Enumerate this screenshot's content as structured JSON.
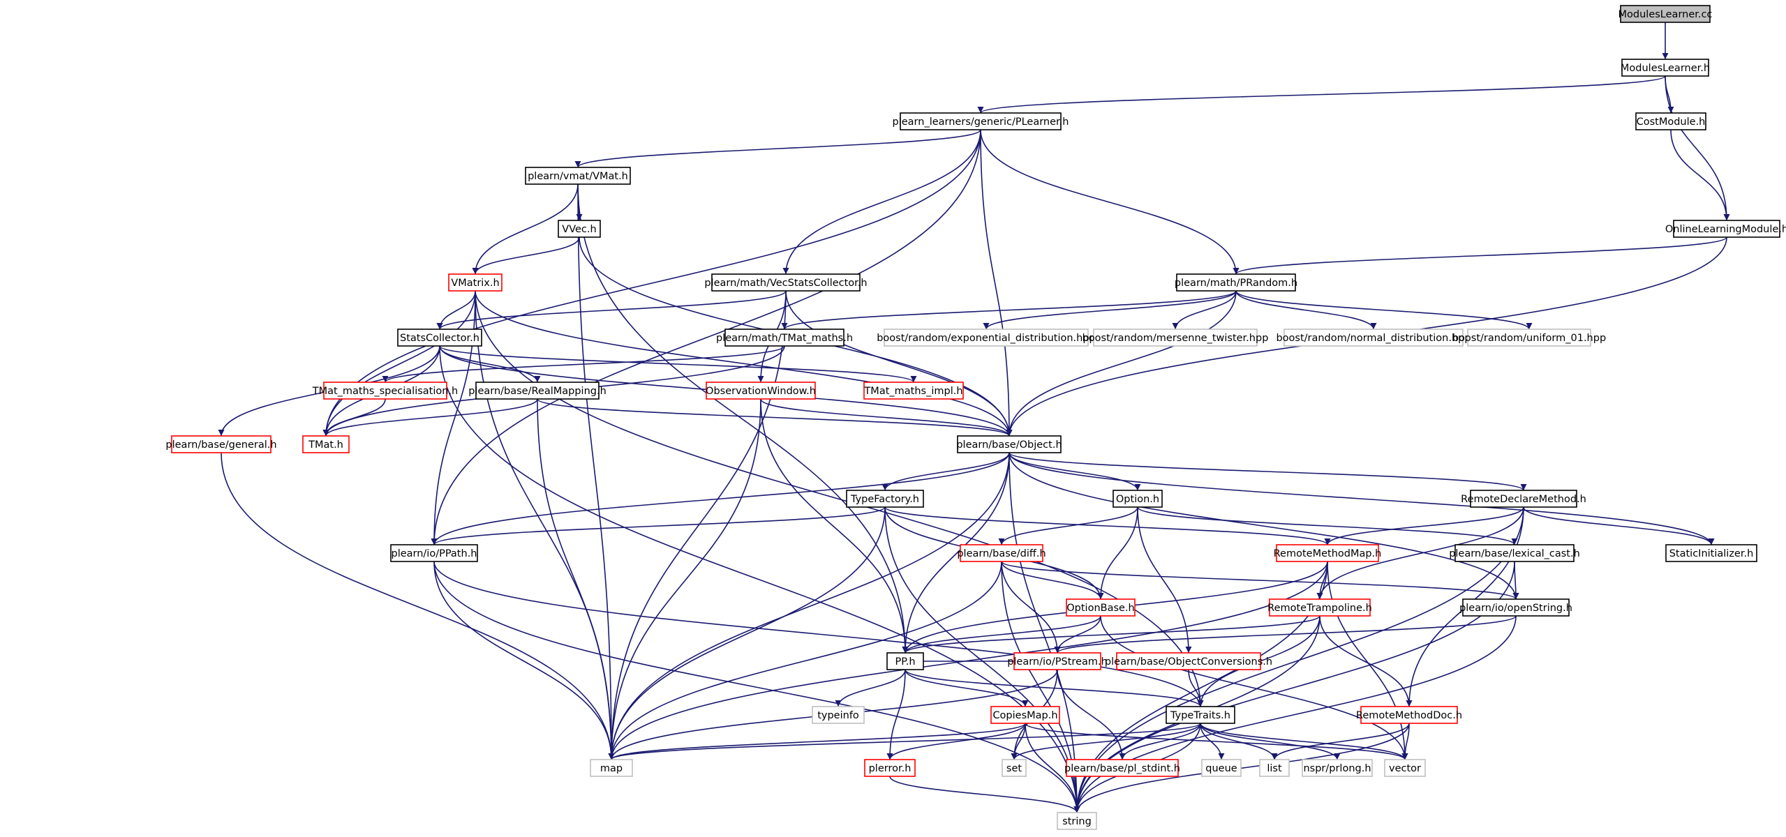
{
  "graph": {
    "title": "ModulesLearner.cc",
    "colors": {
      "edge": "#191970",
      "root_fill": "#bfbfbf",
      "normal_border": "#000000",
      "red_border": "#ff0000",
      "gray_border": "#bfbfbf",
      "gray_text": "#555555"
    },
    "nodes": [
      {
        "id": "root",
        "label": "ModulesLearner.cc",
        "style": "root"
      },
      {
        "id": "modh",
        "label": "ModulesLearner.h",
        "style": "normal"
      },
      {
        "id": "plearner",
        "label": "plearn_learners/generic/PLearner.h",
        "style": "normal"
      },
      {
        "id": "costmod",
        "label": "CostModule.h",
        "style": "normal"
      },
      {
        "id": "olm",
        "label": "OnlineLearningModule.h",
        "style": "normal"
      },
      {
        "id": "vmat",
        "label": "plearn/vmat/VMat.h",
        "style": "normal"
      },
      {
        "id": "vvec",
        "label": "VVec.h",
        "style": "normal"
      },
      {
        "id": "vecstats",
        "label": "plearn/math/VecStatsCollector.h",
        "style": "normal"
      },
      {
        "id": "prandom",
        "label": "plearn/math/PRandom.h",
        "style": "normal"
      },
      {
        "id": "vmatrix",
        "label": "VMatrix.h",
        "style": "red"
      },
      {
        "id": "statscoll",
        "label": "StatsCollector.h",
        "style": "normal"
      },
      {
        "id": "tmatmaths",
        "label": "plearn/math/TMat_maths.h",
        "style": "normal"
      },
      {
        "id": "bexp",
        "label": "boost/random/exponential_distribution.hpp",
        "style": "gray"
      },
      {
        "id": "bmt",
        "label": "boost/random/mersenne_twister.hpp",
        "style": "gray"
      },
      {
        "id": "bnorm",
        "label": "boost/random/normal_distribution.hpp",
        "style": "gray"
      },
      {
        "id": "buni",
        "label": "boost/random/uniform_01.hpp",
        "style": "gray"
      },
      {
        "id": "tmspec",
        "label": "TMat_maths_specialisation.h",
        "style": "red"
      },
      {
        "id": "realmap",
        "label": "plearn/base/RealMapping.h",
        "style": "normal"
      },
      {
        "id": "obswin",
        "label": "ObservationWindow.h",
        "style": "red"
      },
      {
        "id": "tmimpl",
        "label": "TMat_maths_impl.h",
        "style": "red"
      },
      {
        "id": "general",
        "label": "plearn/base/general.h",
        "style": "red"
      },
      {
        "id": "tmat",
        "label": "TMat.h",
        "style": "red"
      },
      {
        "id": "object",
        "label": "plearn/base/Object.h",
        "style": "normal"
      },
      {
        "id": "typefactory",
        "label": "TypeFactory.h",
        "style": "normal"
      },
      {
        "id": "option",
        "label": "Option.h",
        "style": "normal"
      },
      {
        "id": "remotedecl",
        "label": "RemoteDeclareMethod.h",
        "style": "normal"
      },
      {
        "id": "ppath",
        "label": "plearn/io/PPath.h",
        "style": "normal"
      },
      {
        "id": "diff",
        "label": "plearn/base/diff.h",
        "style": "red"
      },
      {
        "id": "remotemap",
        "label": "RemoteMethodMap.h",
        "style": "red"
      },
      {
        "id": "lexcast",
        "label": "plearn/base/lexical_cast.h",
        "style": "normal"
      },
      {
        "id": "staticinit",
        "label": "StaticInitializer.h",
        "style": "normal"
      },
      {
        "id": "optionbase",
        "label": "OptionBase.h",
        "style": "red"
      },
      {
        "id": "remotetramp",
        "label": "RemoteTrampoline.h",
        "style": "red"
      },
      {
        "id": "openstring",
        "label": "plearn/io/openString.h",
        "style": "normal"
      },
      {
        "id": "pp",
        "label": "PP.h",
        "style": "normal"
      },
      {
        "id": "pstream",
        "label": "plearn/io/PStream.h",
        "style": "red"
      },
      {
        "id": "objconv",
        "label": "plearn/base/ObjectConversions.h",
        "style": "red"
      },
      {
        "id": "typeinfo",
        "label": "typeinfo",
        "style": "gray"
      },
      {
        "id": "copiesmap",
        "label": "CopiesMap.h",
        "style": "red"
      },
      {
        "id": "typetraits",
        "label": "TypeTraits.h",
        "style": "normal"
      },
      {
        "id": "remotedoc",
        "label": "RemoteMethodDoc.h",
        "style": "red"
      },
      {
        "id": "map",
        "label": "map",
        "style": "gray"
      },
      {
        "id": "plerror",
        "label": "plerror.h",
        "style": "red"
      },
      {
        "id": "set",
        "label": "set",
        "style": "gray"
      },
      {
        "id": "stdint",
        "label": "plearn/base/pl_stdint.h",
        "style": "red"
      },
      {
        "id": "queue",
        "label": "queue",
        "style": "gray"
      },
      {
        "id": "list",
        "label": "list",
        "style": "gray"
      },
      {
        "id": "nspr",
        "label": "nspr/prlong.h",
        "style": "gray"
      },
      {
        "id": "vector",
        "label": "vector",
        "style": "gray"
      },
      {
        "id": "string",
        "label": "string",
        "style": "gray"
      }
    ],
    "edges": [
      [
        "root",
        "modh"
      ],
      [
        "modh",
        "plearner"
      ],
      [
        "modh",
        "costmod"
      ],
      [
        "modh",
        "olm"
      ],
      [
        "costmod",
        "olm"
      ],
      [
        "plearner",
        "vmat"
      ],
      [
        "plearner",
        "vecstats"
      ],
      [
        "plearner",
        "prandom"
      ],
      [
        "plearner",
        "object"
      ],
      [
        "plearner",
        "ppath"
      ],
      [
        "plearner",
        "tmat"
      ],
      [
        "olm",
        "prandom"
      ],
      [
        "olm",
        "object"
      ],
      [
        "vmat",
        "vvec"
      ],
      [
        "vmat",
        "vmatrix"
      ],
      [
        "vmat",
        "map"
      ],
      [
        "vmat",
        "pp"
      ],
      [
        "vvec",
        "vmatrix"
      ],
      [
        "vvec",
        "object"
      ],
      [
        "vmatrix",
        "statscoll"
      ],
      [
        "vmatrix",
        "tmat"
      ],
      [
        "vmatrix",
        "object"
      ],
      [
        "vmatrix",
        "ppath"
      ],
      [
        "vmatrix",
        "map"
      ],
      [
        "vmatrix",
        "typetraits"
      ],
      [
        "vecstats",
        "statscoll"
      ],
      [
        "vecstats",
        "obswin"
      ],
      [
        "vecstats",
        "object"
      ],
      [
        "vecstats",
        "map"
      ],
      [
        "prandom",
        "tmatmaths"
      ],
      [
        "prandom",
        "bexp"
      ],
      [
        "prandom",
        "bmt"
      ],
      [
        "prandom",
        "bnorm"
      ],
      [
        "prandom",
        "buni"
      ],
      [
        "prandom",
        "object"
      ],
      [
        "statscoll",
        "realmap"
      ],
      [
        "statscoll",
        "tmat"
      ],
      [
        "statscoll",
        "general"
      ],
      [
        "statscoll",
        "tmimpl"
      ],
      [
        "statscoll",
        "object"
      ],
      [
        "statscoll",
        "string"
      ],
      [
        "tmatmaths",
        "tmspec"
      ],
      [
        "tmatmaths",
        "tmat"
      ],
      [
        "tmspec",
        "tmat"
      ],
      [
        "realmap",
        "object"
      ],
      [
        "realmap",
        "tmat"
      ],
      [
        "realmap",
        "map"
      ],
      [
        "obswin",
        "object"
      ],
      [
        "obswin",
        "pp"
      ],
      [
        "obswin",
        "map"
      ],
      [
        "general",
        "map"
      ],
      [
        "object",
        "typefactory"
      ],
      [
        "object",
        "option"
      ],
      [
        "object",
        "remotedecl"
      ],
      [
        "object",
        "staticinit"
      ],
      [
        "object",
        "ppath"
      ],
      [
        "object",
        "pp"
      ],
      [
        "object",
        "map"
      ],
      [
        "object",
        "string"
      ],
      [
        "object",
        "openstring"
      ],
      [
        "typefactory",
        "ppath"
      ],
      [
        "typefactory",
        "remotemap"
      ],
      [
        "typefactory",
        "optionbase"
      ],
      [
        "typefactory",
        "map"
      ],
      [
        "typefactory",
        "string"
      ],
      [
        "option",
        "diff"
      ],
      [
        "option",
        "optionbase"
      ],
      [
        "option",
        "lexcast"
      ],
      [
        "option",
        "objconv"
      ],
      [
        "remotedecl",
        "remotemap"
      ],
      [
        "remotedecl",
        "remotetramp"
      ],
      [
        "remotedecl",
        "remotedoc"
      ],
      [
        "remotedecl",
        "staticinit"
      ],
      [
        "remotedecl",
        "string"
      ],
      [
        "ppath",
        "map"
      ],
      [
        "ppath",
        "string"
      ],
      [
        "ppath",
        "typetraits"
      ],
      [
        "diff",
        "optionbase"
      ],
      [
        "diff",
        "pstream"
      ],
      [
        "diff",
        "map"
      ],
      [
        "diff",
        "openstring"
      ],
      [
        "diff",
        "string"
      ],
      [
        "remotemap",
        "remotetramp"
      ],
      [
        "remotemap",
        "pp"
      ],
      [
        "remotemap",
        "map"
      ],
      [
        "remotemap",
        "vector"
      ],
      [
        "remotemap",
        "string"
      ],
      [
        "lexcast",
        "openstring"
      ],
      [
        "lexcast",
        "string"
      ],
      [
        "optionbase",
        "pp"
      ],
      [
        "optionbase",
        "pstream"
      ],
      [
        "optionbase",
        "vector"
      ],
      [
        "remotetramp",
        "typetraits"
      ],
      [
        "remotetramp",
        "remotedoc"
      ],
      [
        "remotetramp",
        "pp"
      ],
      [
        "remotetramp",
        "string"
      ],
      [
        "openstring",
        "pstream"
      ],
      [
        "openstring",
        "string"
      ],
      [
        "pp",
        "typeinfo"
      ],
      [
        "pp",
        "copiesmap"
      ],
      [
        "pp",
        "typetraits"
      ],
      [
        "pp",
        "plerror"
      ],
      [
        "pstream",
        "map"
      ],
      [
        "pstream",
        "set"
      ],
      [
        "pstream",
        "stdint"
      ],
      [
        "pstream",
        "pp"
      ],
      [
        "objconv",
        "typetraits"
      ],
      [
        "copiesmap",
        "map"
      ],
      [
        "copiesmap",
        "plerror"
      ],
      [
        "copiesmap",
        "set"
      ],
      [
        "copiesmap",
        "string"
      ],
      [
        "copiesmap",
        "vector"
      ],
      [
        "typetraits",
        "map"
      ],
      [
        "typetraits",
        "set"
      ],
      [
        "typetraits",
        "stdint"
      ],
      [
        "typetraits",
        "queue"
      ],
      [
        "typetraits",
        "list"
      ],
      [
        "typetraits",
        "nspr"
      ],
      [
        "typetraits",
        "vector"
      ],
      [
        "typetraits",
        "string"
      ],
      [
        "remotedoc",
        "list"
      ],
      [
        "remotedoc",
        "vector"
      ],
      [
        "remotedoc",
        "string"
      ],
      [
        "plerror",
        "string"
      ]
    ]
  }
}
